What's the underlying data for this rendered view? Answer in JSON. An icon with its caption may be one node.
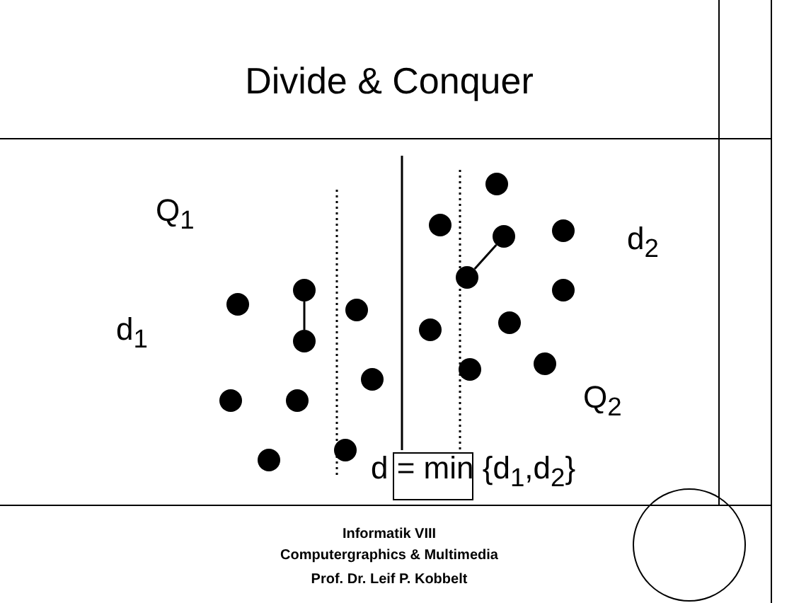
{
  "diagram": {
    "title": "Divide & Conquer",
    "nodes": [
      {
        "text": [],
        "shape": "circle"
      },
      {
        "text": [],
        "shape": "circle"
      },
      {
        "text": [],
        "shape": "circle"
      },
      {
        "text": [],
        "shape": "circle"
      },
      {
        "text": [],
        "shape": "circle"
      },
      {
        "text": [],
        "shape": "circle"
      },
      {
        "text": [],
        "shape": "circle"
      },
      {
        "text": [],
        "shape": "circle"
      },
      {
        "text": [],
        "shape": "circle"
      },
      {
        "text": [],
        "shape": "circle"
      },
      {
        "text": [],
        "shape": "circle"
      },
      {
        "text": [],
        "shape": "circle"
      },
      {
        "text": [],
        "shape": "circle"
      },
      {
        "text": [],
        "shape": "circle"
      },
      {
        "text": [],
        "shape": "circle"
      },
      {
        "text": [],
        "shape": "circle"
      },
      {
        "text": [],
        "shape": "circle"
      },
      {
        "text": [],
        "shape": "circle"
      },
      {
        "text": [],
        "shape": "circle"
      },
      {
        "text": [],
        "shape": "circle"
      }
    ],
    "edges": [
      {
        "from": 4,
        "to": 5,
        "arrow": "none"
      },
      {
        "from": 11,
        "to": 14,
        "arrow": "none"
      }
    ],
    "labels": [
      "Q$_{1}$",
      "d$_{2}$",
      "d$_{1}$",
      "Q$_{2}$",
      "d = min {d$_{1}$,d$_{2}$}",
      "Informatik VIII",
      "Computergraphics & Multimedia",
      "Prof. Dr. Leif P. Kobbelt"
    ]
  }
}
